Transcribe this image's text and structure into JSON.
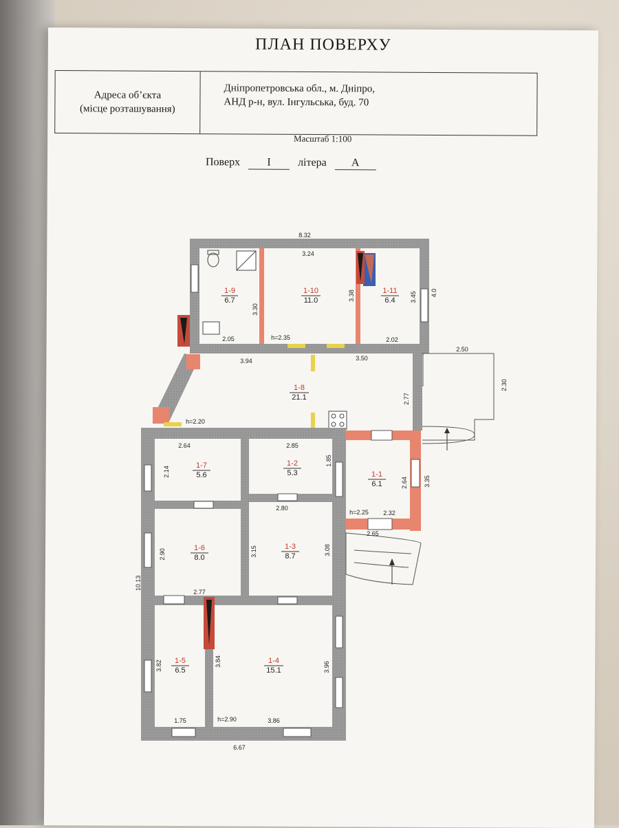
{
  "document": {
    "title": "ПЛАН ПОВЕРХУ",
    "address_label_line1": "Адреса об’єкта",
    "address_label_line2": "(місце розташування)",
    "address_line1": "Дніпропетровська обл., м. Дніпро,",
    "address_line2": "АНД р-н, вул. Інгульська, буд. 70",
    "scale": "Масштаб 1:100",
    "floor_label": "Поверх",
    "floor_value": "I",
    "letter_label": "літера",
    "letter_value": "А"
  },
  "rooms": [
    {
      "id": "1-9",
      "area": "6.7"
    },
    {
      "id": "1-10",
      "area": "11.0"
    },
    {
      "id": "1-11",
      "area": "6.4"
    },
    {
      "id": "1-8",
      "area": "21.1"
    },
    {
      "id": "1-7",
      "area": "5.6"
    },
    {
      "id": "1-2",
      "area": "5.3"
    },
    {
      "id": "1-1",
      "area": "6.1"
    },
    {
      "id": "1-6",
      "area": "8.0"
    },
    {
      "id": "1-3",
      "area": "8.7"
    },
    {
      "id": "1-5",
      "area": "6.5"
    },
    {
      "id": "1-4",
      "area": "15.1"
    }
  ],
  "dimensions": {
    "top_total": "8.32",
    "top_inner": "3.24",
    "room9_h": "3.30",
    "room10_h": "3.38",
    "room11_h": "3.45",
    "right_upper": "4.0",
    "d_205": "2.05",
    "h_235": "h=2.35",
    "d_202": "2.02",
    "d_394": "3.94",
    "d_350": "3.50",
    "d_250": "2.50",
    "d_230": "2.30",
    "d_277v": "2.77",
    "h_220": "h=2.20",
    "d_264": "2.64",
    "d_285": "2.85",
    "d_185": "1.85",
    "d_214": "2.14",
    "d_264v": "2.64",
    "d_335": "3.35",
    "d_280": "2.80",
    "h_225": "h=2.25",
    "d_232": "2.32",
    "d_265": "2.65",
    "d_290": "2.90",
    "d_315": "3.15",
    "d_308": "3.08",
    "d_1013": "10.13",
    "d_277h": "2.77",
    "d_382": "3.82",
    "d_384": "3.84",
    "d_396": "3.96",
    "d_175": "1.75",
    "h_290": "h=2.90",
    "d_386": "3.86",
    "d_667": "6.67"
  }
}
